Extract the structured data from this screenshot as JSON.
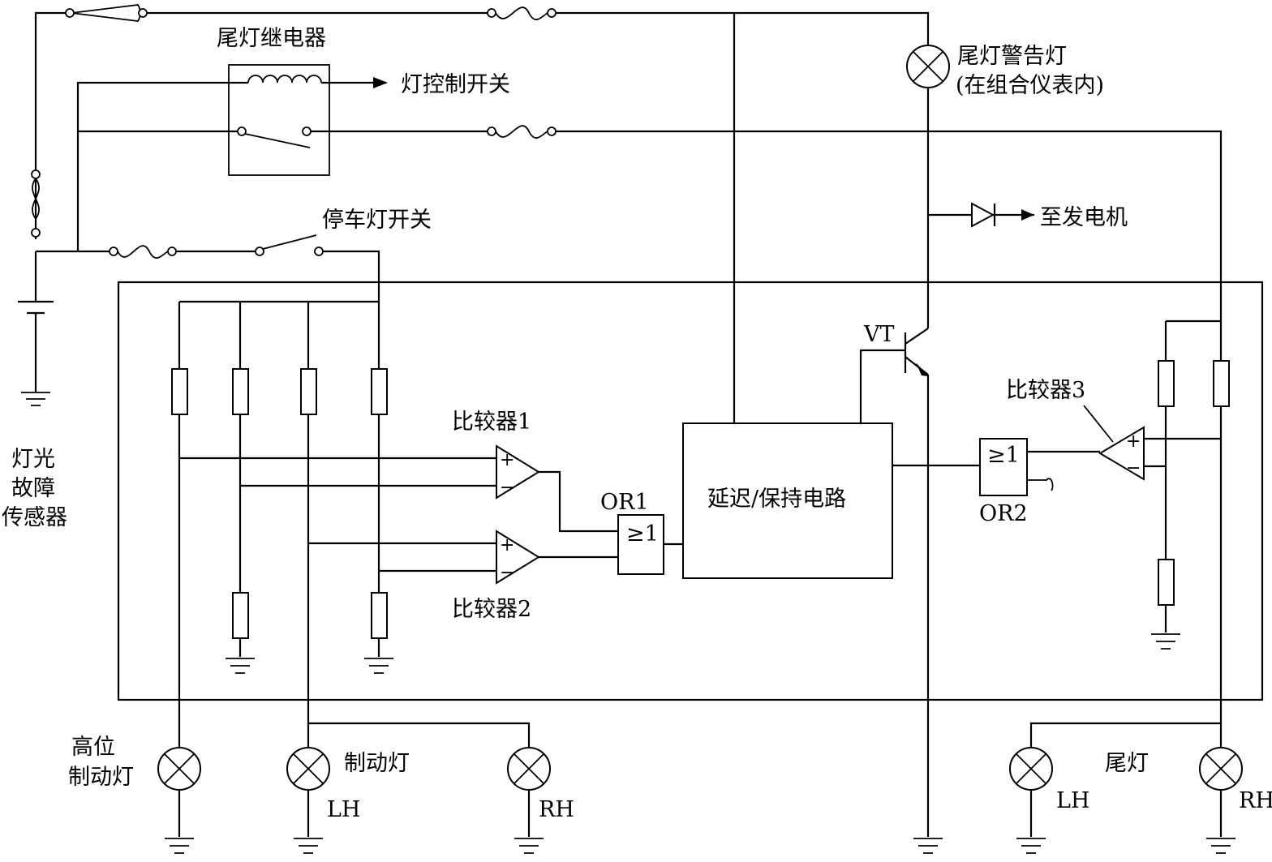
{
  "labels": {
    "tail_relay": "尾灯继电器",
    "light_control_switch": "灯控制开关",
    "tail_warning_lamp_line1": "尾灯警告灯",
    "tail_warning_lamp_line2": "(在组合仪表内)",
    "to_generator": "至发电机",
    "stop_lamp_switch": "停车灯开关",
    "sensor_line1": "灯光",
    "sensor_line2": "故障",
    "sensor_line3": "传感器",
    "comparator1": "比较器1",
    "comparator2": "比较器2",
    "comparator3": "比较器3",
    "or1": "OR1",
    "or2": "OR2",
    "or_gate_symbol": "≥1",
    "delay_hold_circuit": "延迟/保持电路",
    "transistor": "VT",
    "high_brake_line1": "高位",
    "high_brake_line2": "制动灯",
    "brake_lamp": "制动灯",
    "tail_lamp": "尾灯",
    "lh_brake": "LH",
    "rh_brake": "RH",
    "lh_tail": "LH",
    "rh_tail": "RH",
    "plus": "+",
    "minus": "−"
  }
}
